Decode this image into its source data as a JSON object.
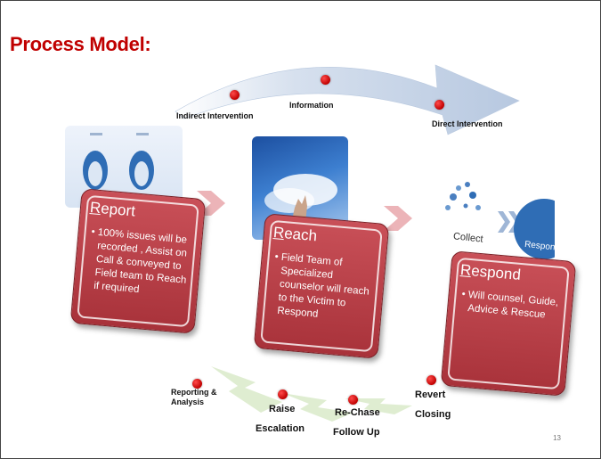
{
  "title": "Process Model:",
  "arc_labels": {
    "indirect": "Indirect Intervention",
    "information": "Information",
    "direct": "Direct Intervention"
  },
  "cards": [
    {
      "initial": "R",
      "rest": "eport",
      "text": "100% issues will be recorded , Assist on Call & conveyed to Field team to Reach if required"
    },
    {
      "initial": "R",
      "rest": "each",
      "text": "Field Team of Specialized counselor will reach to the Victim to Respond"
    },
    {
      "initial": "R",
      "rest": "espond",
      "text": "Will counsel, Guide, Advice & Rescue"
    }
  ],
  "photo3": {
    "collect": "Collect",
    "respond": "Respond"
  },
  "bottom_labels": {
    "reporting": "Reporting & Analysis",
    "raise": "Raise",
    "escalation": "Escalation",
    "rechase": "Re-Chase",
    "followup": "Follow Up",
    "revert": "Revert",
    "closing": "Closing"
  },
  "page_number": "13",
  "colors": {
    "title": "#c00000",
    "card": "#b23a43",
    "dot": "#c00000",
    "arc": "#c5d4ea",
    "bottom_arrow": "#dcebcc"
  }
}
